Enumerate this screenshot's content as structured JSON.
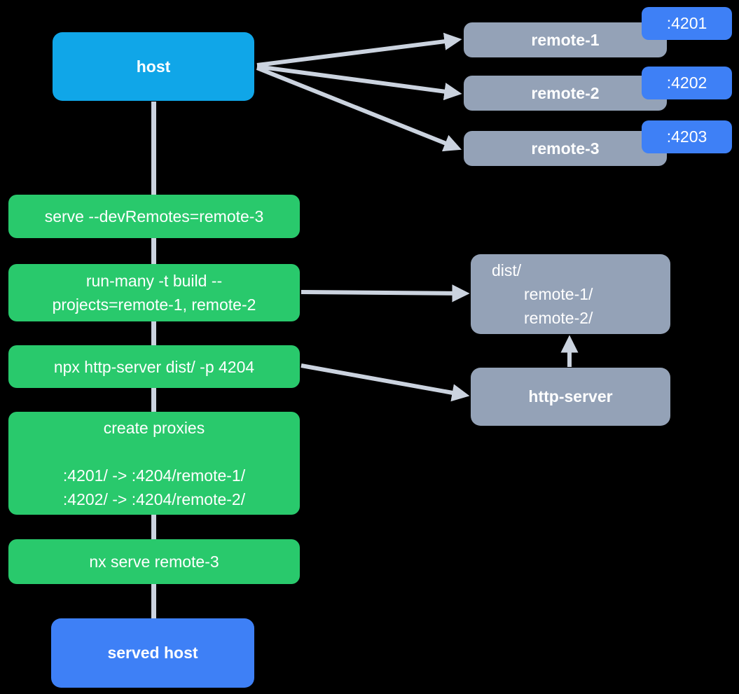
{
  "colors": {
    "background": "#000000",
    "host_node": "#10a6e8",
    "step_node": "#29c96c",
    "remote_node": "#94a2b7",
    "port_badge": "#3e80f6",
    "served_host_node": "#3e80f6",
    "edge": "#cbd3df",
    "text": "#ffffff"
  },
  "diagram": {
    "host": {
      "label": "host"
    },
    "remotes": [
      {
        "label": "remote-1",
        "port": ":4201"
      },
      {
        "label": "remote-2",
        "port": ":4202"
      },
      {
        "label": "remote-3",
        "port": ":4203"
      }
    ],
    "steps": [
      {
        "lines": [
          "serve --devRemotes=remote-3"
        ]
      },
      {
        "lines": [
          "run-many -t build --",
          "projects=remote-1, remote-2"
        ]
      },
      {
        "lines": [
          "npx http-server dist/ -p 4204"
        ]
      },
      {
        "title": "create proxies",
        "lines": [
          ":4201/ -> :4204/remote-1/",
          ":4202/ -> :4204/remote-2/"
        ]
      },
      {
        "lines": [
          "nx serve remote-3"
        ]
      }
    ],
    "dist": {
      "lines": [
        "dist/",
        "remote-1/",
        "remote-2/"
      ]
    },
    "http_server": {
      "label": "http-server"
    },
    "served_host": {
      "label": "served host"
    }
  }
}
